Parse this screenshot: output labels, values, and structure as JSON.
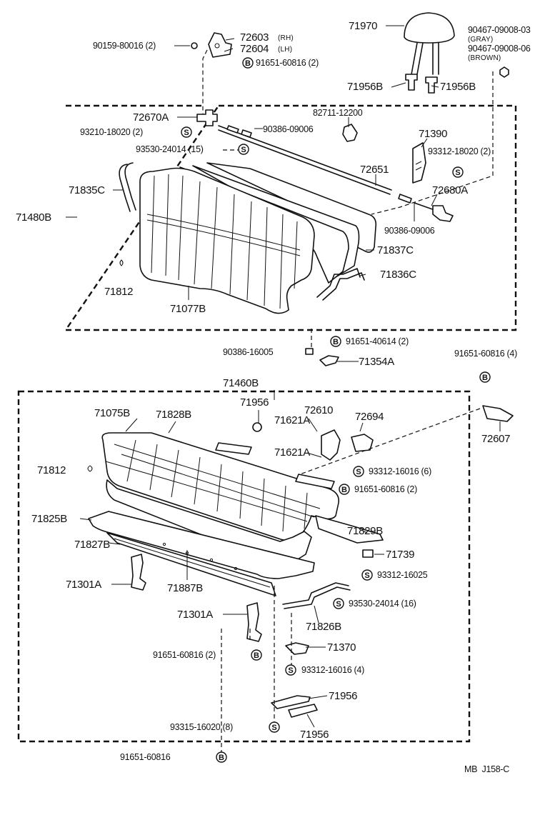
{
  "diagram_code": "MB  J158-C",
  "symbols": {
    "bolt": "B",
    "screw": "S"
  },
  "labels": {
    "p71970": "71970",
    "p90467_03": "90467-09008-03",
    "p90467_03_note": "(GRAY)",
    "p90467_06": "90467-09008-06",
    "p90467_06_note": "(BROWN)",
    "p72603": "72603",
    "p72603_note": "(RH)",
    "p72604": "72604",
    "p72604_note": "(LH)",
    "p90159": "90159-80016 (2)",
    "p91651_608_top": "91651-60816 (2)",
    "p71956B_l": "71956B",
    "p71956B_r": "71956B",
    "p72670A": "72670A",
    "p82711": "82711-12200",
    "p93210": "93210-18020 (2)",
    "p90386_09006_a": "90386-09006",
    "p71390": "71390",
    "p93530_15": "93530-24014 (15)",
    "p93312_18020": "93312-18020 (2)",
    "p72651": "72651",
    "p71835C": "71835C",
    "p72680A": "72680A",
    "p71480B": "71480B",
    "p90386_09006_b": "90386-09006",
    "p71837C": "71837C",
    "p71836C": "71836C",
    "p71812_top": "71812",
    "p71077B": "71077B",
    "p91651_40614": "91651-40614 (2)",
    "p90386_16005": "90386-16005",
    "p71354A": "71354A",
    "p91651_608_4": "91651-60816 (4)",
    "p71460B": "71460B",
    "p71956_top": "71956",
    "p72610": "72610",
    "p71075B": "71075B",
    "p71828B": "71828B",
    "p71621A_a": "71621A",
    "p72694": "72694",
    "p72607": "72607",
    "p71621A_b": "71621A",
    "p71812_bot": "71812",
    "p93312_16016_6": "93312-16016 (6)",
    "p91651_608_mid": "91651-60816 (2)",
    "p71825B": "71825B",
    "p71829B": "71829B",
    "p71827B": "71827B",
    "p71739": "71739",
    "p93312_16025": "93312-16025",
    "p71301A_l": "71301A",
    "p71887B": "71887B",
    "p93530_16": "93530-24014 (16)",
    "p71301A_m": "71301A",
    "p71826B": "71826B",
    "p71370": "71370",
    "p91651_608_low": "91651-60816 (2)",
    "p93312_16016_4": "93312-16016 (4)",
    "p71956_low1": "71956",
    "p93315": "93315-16020 (8)",
    "p71956_low2": "71956",
    "p91651_608_bottom": "91651-60816"
  }
}
